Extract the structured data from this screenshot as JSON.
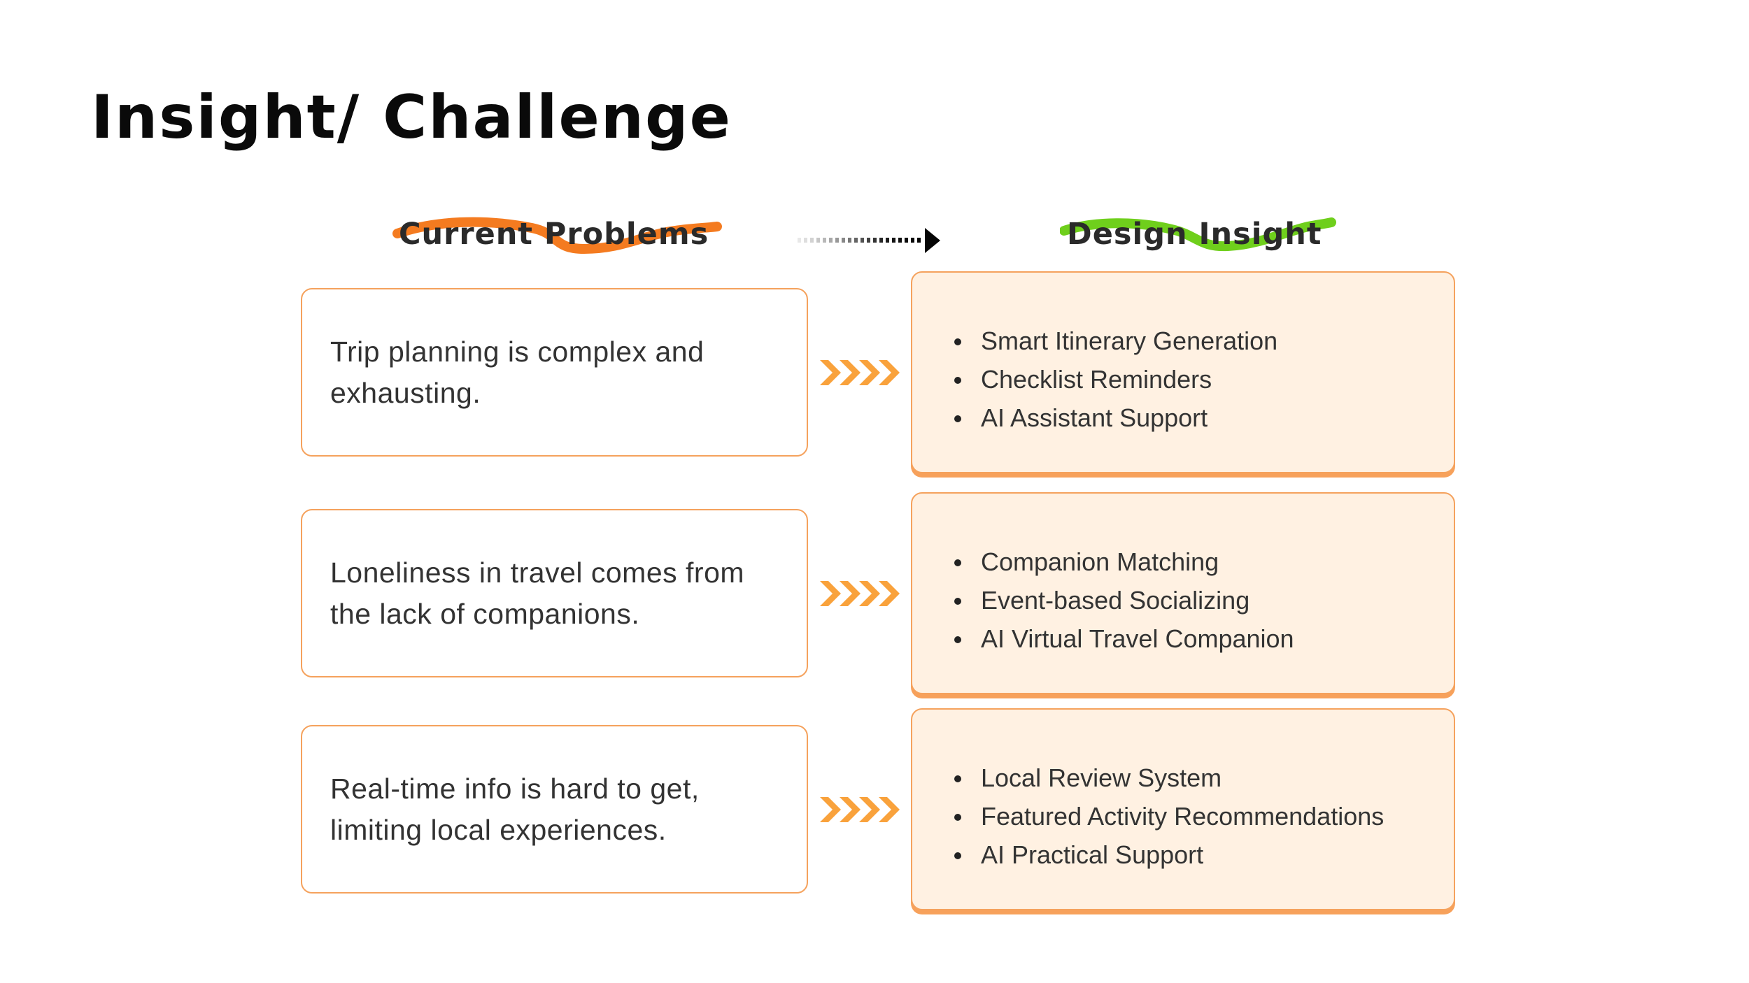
{
  "page_title": "Insight/ Challenge",
  "columns": {
    "left_heading": "Current Problems",
    "right_heading": "Design Insight"
  },
  "colors": {
    "accent_orange": "#f47b20",
    "accent_green": "#6fcf1c",
    "card_border": "#f5a25d",
    "insight_fill": "#fff1e2",
    "chevron": "#f9a23c"
  },
  "rows": [
    {
      "problem": "Trip planning is complex and exhausting.",
      "insights": [
        "Smart Itinerary Generation",
        "Checklist Reminders",
        "AI Assistant Support"
      ]
    },
    {
      "problem": "Loneliness in travel comes from the lack of companions.",
      "insights": [
        "Companion Matching",
        "Event-based Socializing",
        "AI Virtual Travel Companion"
      ]
    },
    {
      "problem": "Real-time info is hard to get, limiting local experiences.",
      "insights": [
        "Local Review System",
        "Featured Activity Recommendations",
        "AI Practical Support"
      ]
    }
  ],
  "icons": {
    "header_arrow": "dotted-arrow-right-icon",
    "row_arrow": "chevron-quad-right-icon"
  }
}
